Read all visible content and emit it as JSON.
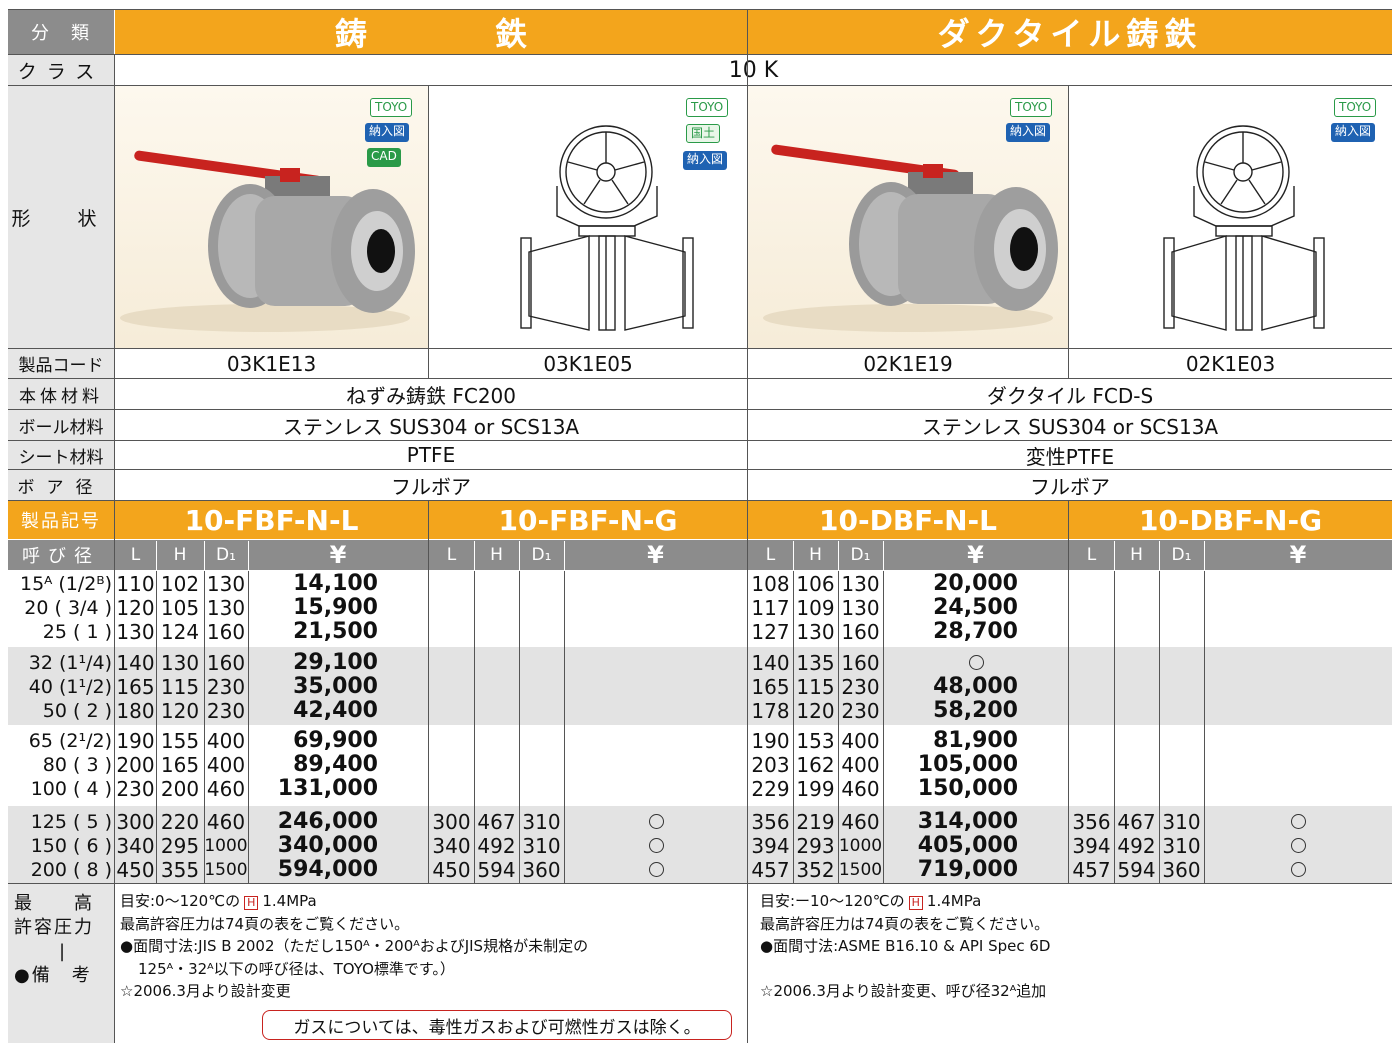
{
  "labels": {
    "bunrui": "分　類",
    "class": "クラス",
    "shape": "形　状",
    "code": "製品コード",
    "body_mat": "本体材料",
    "ball_mat": "ボール材料",
    "seat_mat": "シート材料",
    "bore": "ボア径",
    "model": "製品記号",
    "size": "呼び径",
    "pressure": [
      "最　　高",
      "許容圧力",
      "|",
      "●備　考"
    ]
  },
  "groups": [
    {
      "name": "鋳　　　　鉄",
      "body": "ねずみ鋳鉄 FC200",
      "ball": "ステンレス SUS304 or SCS13A",
      "seat": "PTFE",
      "bore": "フルボア"
    },
    {
      "name": "ダクタイル鋳鉄",
      "body": "ダクタイル FCD-S",
      "ball": "ステンレス SUS304 or SCS13A",
      "seat": "変性PTFE",
      "bore": "フルボア"
    }
  ],
  "class_value": "10 K",
  "products": [
    {
      "code": "03K1E13",
      "model": "10-FBF-N-L",
      "badges": [
        "TOYO",
        "納入図",
        "CAD"
      ],
      "type": "lever"
    },
    {
      "code": "03K1E05",
      "model": "10-FBF-N-G",
      "badges": [
        "TOYO",
        "国土",
        "納入図"
      ],
      "type": "gear"
    },
    {
      "code": "02K1E19",
      "model": "10-DBF-N-L",
      "badges": [
        "TOYO",
        "納入図"
      ],
      "type": "lever"
    },
    {
      "code": "02K1E03",
      "model": "10-DBF-N-G",
      "badges": [
        "TOYO",
        "納入図"
      ],
      "type": "gear"
    }
  ],
  "col_headers": {
    "L": "L",
    "H": "H",
    "D": "D₁",
    "yen": "¥"
  },
  "size_blocks": [
    {
      "sizes": [
        "15ᴬ (1/2ᴮ)",
        "20 ( 3/4 )",
        "25 (  1  )"
      ],
      "p0": {
        "L": [
          "110",
          "120",
          "130"
        ],
        "H": [
          "102",
          "105",
          "124"
        ],
        "D": [
          "130",
          "130",
          "160"
        ],
        "yen": [
          "14,100",
          "15,900",
          "21,500"
        ]
      },
      "p1": null,
      "p2": {
        "L": [
          "108",
          "117",
          "127"
        ],
        "H": [
          "106",
          "109",
          "130"
        ],
        "D": [
          "130",
          "130",
          "160"
        ],
        "yen": [
          "20,000",
          "24,500",
          "28,700"
        ]
      },
      "p3": null
    },
    {
      "sizes": [
        "32 (1¹/4)",
        "40 (1¹/2)",
        "50 (  2  )"
      ],
      "p0": {
        "L": [
          "140",
          "165",
          "180"
        ],
        "H": [
          "130",
          "115",
          "120"
        ],
        "D": [
          "160",
          "230",
          "230"
        ],
        "yen": [
          "29,100",
          "35,000",
          "42,400"
        ]
      },
      "p1": null,
      "p2": {
        "L": [
          "140",
          "165",
          "178"
        ],
        "H": [
          "135",
          "115",
          "120"
        ],
        "D": [
          "160",
          "230",
          "230"
        ],
        "yen": [
          "○",
          "48,000",
          "58,200"
        ]
      },
      "p3": null
    },
    {
      "sizes": [
        "65 (2¹/2)",
        "80 (  3  )",
        "100 (  4  )"
      ],
      "p0": {
        "L": [
          "190",
          "200",
          "230"
        ],
        "H": [
          "155",
          "165",
          "200"
        ],
        "D": [
          "400",
          "400",
          "460"
        ],
        "yen": [
          "69,900",
          "89,400",
          "131,000"
        ]
      },
      "p1": null,
      "p2": {
        "L": [
          "190",
          "203",
          "229"
        ],
        "H": [
          "153",
          "162",
          "199"
        ],
        "D": [
          "400",
          "400",
          "460"
        ],
        "yen": [
          "81,900",
          "105,000",
          "150,000"
        ]
      },
      "p3": null
    },
    {
      "sizes": [
        "125 (  5  )",
        "150 (  6  )",
        "200 (  8  )"
      ],
      "p0": {
        "L": [
          "300",
          "340",
          "450"
        ],
        "H": [
          "220",
          "295",
          "355"
        ],
        "D": [
          "460",
          "1000",
          "1500"
        ],
        "yen": [
          "246,000",
          "340,000",
          "594,000"
        ]
      },
      "p1": {
        "L": [
          "300",
          "340",
          "450"
        ],
        "H": [
          "467",
          "492",
          "594"
        ],
        "D": [
          "310",
          "310",
          "360"
        ],
        "yen": [
          "○",
          "○",
          "○"
        ]
      },
      "p2": {
        "L": [
          "356",
          "394",
          "457"
        ],
        "H": [
          "219",
          "293",
          "352"
        ],
        "D": [
          "460",
          "1000",
          "1500"
        ],
        "yen": [
          "314,000",
          "405,000",
          "719,000"
        ]
      },
      "p3": {
        "L": [
          "356",
          "394",
          "457"
        ],
        "H": [
          "467",
          "492",
          "594"
        ],
        "D": [
          "310",
          "310",
          "360"
        ],
        "yen": [
          "○",
          "○",
          "○"
        ]
      }
    }
  ],
  "notes": {
    "left": [
      "目安:0〜120℃の H 1.4MPa",
      "最高許容圧力は74頁の表をご覧ください。",
      "●面間寸法:JIS B 2002（ただし150ᴬ・200ᴬおよびJIS規格が未制定の",
      "125ᴬ・32ᴬ以下の呼び径は、TOYO標準です。）",
      "☆2006.3月より設計変更"
    ],
    "right": [
      "目安:ー10〜120℃の H 1.4MPa",
      "最高許容圧力は74頁の表をご覧ください。",
      "●面間寸法:ASME B16.10 & API Spec 6D",
      "",
      "☆2006.3月より設計変更、呼び径32ᴬ追加"
    ],
    "gas": "ガスについては、毒性ガスおよび可燃性ガスは除く。"
  },
  "colors": {
    "header_orange": "#f3a51c",
    "header_gray": "#8c8c8c",
    "band_gray": "#e3e3e3",
    "lever_red": "#c8231f",
    "badge_blue": "#1f62b2",
    "badge_green": "#2a9a48"
  }
}
